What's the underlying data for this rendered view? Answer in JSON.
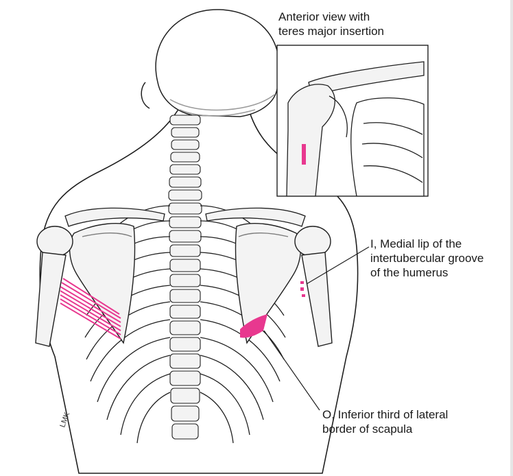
{
  "inset": {
    "caption_line1": "Anterior view with",
    "caption_line2": "teres major insertion"
  },
  "labels": {
    "insertion_line1": "I, Medial lip of the",
    "insertion_line2": "intertubercular groove",
    "insertion_line3": "of the humerus",
    "origin_line1": "O, Inferior third of lateral",
    "origin_line2": "border of scapula"
  },
  "signature_text": "LMK",
  "colors": {
    "muscle": "#e8388f",
    "bone_fill": "#f3f3f3",
    "bone_shade": "#c9c9c9",
    "outline": "#1f1f1f",
    "background": "#ffffff"
  }
}
